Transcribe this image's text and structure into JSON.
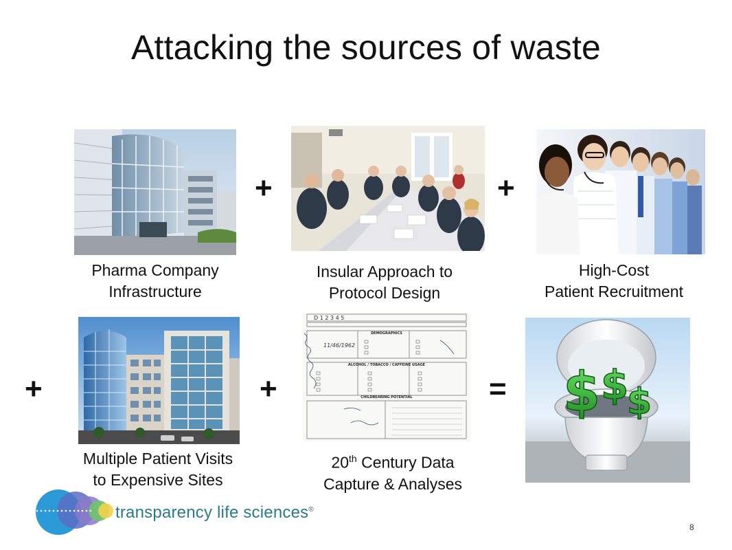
{
  "slide": {
    "title": "Attacking the sources of waste",
    "page_number": "8"
  },
  "items": [
    {
      "caption_line1": "Pharma Company",
      "caption_line2": "Infrastructure"
    },
    {
      "caption_line1": "Insular Approach to",
      "caption_line2": "Protocol Design"
    },
    {
      "caption_line1": "High-Cost",
      "caption_line2": "Patient Recruitment"
    },
    {
      "caption_line1": "Multiple Patient Visits",
      "caption_line2": "to Expensive Sites"
    },
    {
      "caption_line1_prefix": "20",
      "caption_line1_sup": "th",
      "caption_line1_suffix": " Century Data",
      "caption_line2": "Capture & Analyses"
    }
  ],
  "operators": {
    "plus": "+",
    "equals": "="
  },
  "form_text": {
    "demographics": "DEMOGRAPHICS",
    "alcohol": "ALCOHOL / TOBACCO / CAFFEINE USAGE",
    "childbearing": "CHILDBEARING POTENTIAL",
    "handwritten": "11/46/1962",
    "top_digits": "D 1 2 3 4 5"
  },
  "money_symbol": "$",
  "logo": {
    "text": "transparency life sciences",
    "mark": "®"
  }
}
